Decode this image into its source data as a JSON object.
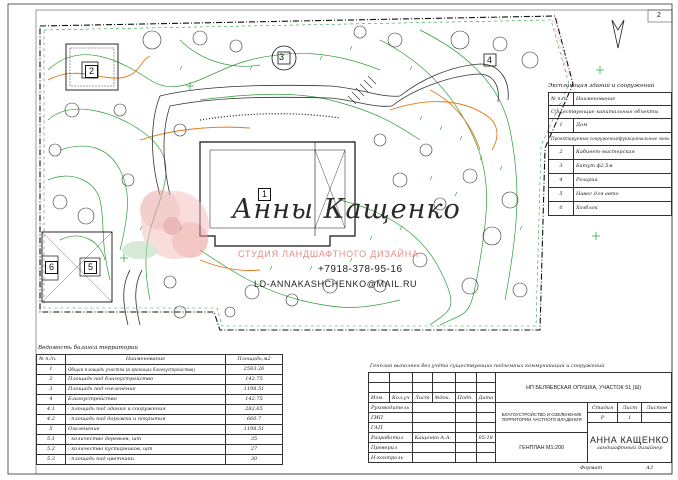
{
  "sheet": {
    "page_number": "2",
    "format_label": "Формат",
    "format_value": "А3"
  },
  "plan": {
    "note": "Генплан выполнен без учёта существующих подземных коммуникаций и сооружений",
    "building_markers": [
      "1",
      "2",
      "3",
      "4",
      "5",
      "6"
    ]
  },
  "watermark": {
    "name": "Анны Кащенко",
    "subtitle": "СТУДИЯ ЛАНДШАФТНОГО ДИЗАЙНА",
    "phone": "+7918-378-95-16",
    "email": "LD-ANNAKASHCHENKO@MAIL.RU"
  },
  "explication": {
    "title": "Экспликация зданий и сооружений",
    "col_num": "№ п./п.",
    "col_name": "Наименование",
    "section_capital": "Существующие капитальные объекты",
    "section_planned": "Проектируемые сооружения/функциональные зоны",
    "rows_capital": [
      {
        "num": "1",
        "name": "Дом"
      }
    ],
    "rows_planned": [
      {
        "num": "2",
        "name": "Кабинет-мастерская"
      },
      {
        "num": "3",
        "name": "Батут ф2.5м"
      },
      {
        "num": "4",
        "name": "Розарий"
      },
      {
        "num": "5",
        "name": "Навес для авто"
      },
      {
        "num": "6",
        "name": "Хозблок"
      }
    ]
  },
  "balance": {
    "title": "Ведомость баланса территории",
    "col_num": "№ п./п.",
    "col_name": "Наименование",
    "col_area": "Площадь,м2",
    "rows": [
      {
        "num": "1",
        "name": "Общая площадь участка (в границах благоустройства)",
        "area": "2583.26"
      },
      {
        "num": "2",
        "name": "Площадь под благоустройство",
        "area": "142.75"
      },
      {
        "num": "3",
        "name": "Площадь под озеленение",
        "area": "1198.51"
      },
      {
        "num": "4",
        "name": "Благоустройство",
        "area": "142.75"
      },
      {
        "num": "4.1",
        "name": "- площадь под здания и сооружения",
        "area": "282.65"
      },
      {
        "num": "4.2",
        "name": "- площадь под дорожки и покрытия",
        "area": "660.7"
      },
      {
        "num": "5",
        "name": "Озеленение",
        "area": "1198.51"
      },
      {
        "num": "5.1",
        "name": "- количество деревьев, шт",
        "area": "35"
      },
      {
        "num": "5.2",
        "name": "- количество кустарников, шт",
        "area": "27"
      },
      {
        "num": "5.3",
        "name": "- площадь под цветники",
        "area": "30"
      }
    ]
  },
  "stamp": {
    "project_code": "НП БЕЛЯЕВСКАЯ ОПУШКА, УЧАСТОК 51 (Ш)",
    "project_title": "БЛАГОУСТРОЙСТВО И ОЗЕЛЕНЕНИЕ ТЕРРИТОРИИ ЧАСТНОГО ВЛАДЕНИЯ",
    "drawing_title": "ГЕНПЛАН М1:200",
    "stage_label": "Стадия",
    "sheet_label": "Лист",
    "sheets_label": "Листов",
    "stage_value": "Р",
    "sheet_value": "1",
    "change_headers": [
      "Изм.",
      "Кол.уч",
      "Лист",
      "№док.",
      "Подп.",
      "Дата"
    ],
    "roles": [
      {
        "role": "Руководитель",
        "name": "",
        "date": ""
      },
      {
        "role": "ГИП",
        "name": "",
        "date": ""
      },
      {
        "role": "ГАП",
        "name": "",
        "date": ""
      },
      {
        "role": "Разработал",
        "name": "Кащенко А.А.",
        "date": "05.18"
      },
      {
        "role": "Проверил",
        "name": "",
        "date": ""
      },
      {
        "role": "Н.контроль",
        "name": "",
        "date": ""
      }
    ],
    "firm_name": "АННА КАЩЕНКО",
    "firm_role": "ландшафтный дизайнер"
  },
  "colors": {
    "contour_green": "#2e9c3a",
    "contour_orange": "#e07b1a",
    "accent_green": "#34b34a",
    "boundary": "#222222",
    "watermark_rose": "#e89a98"
  }
}
